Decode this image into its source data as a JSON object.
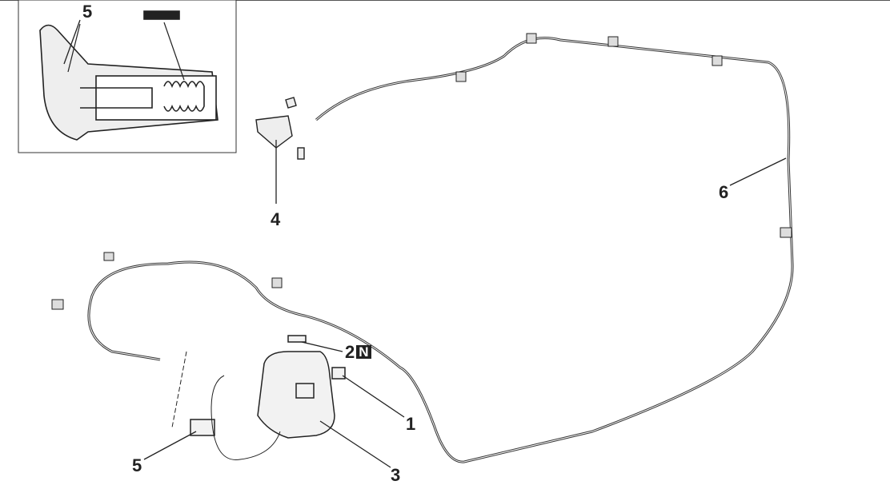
{
  "diagram": {
    "labels": {
      "inset_part": "5",
      "part1": "1",
      "part2": "2",
      "part2_badge": "N",
      "part3": "3",
      "part4": "4",
      "part5": "5",
      "part6": "6"
    }
  }
}
